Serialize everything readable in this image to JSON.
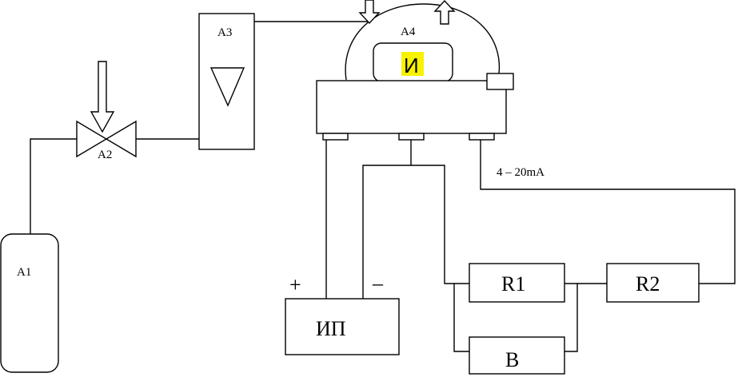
{
  "labels": {
    "a1": "A1",
    "a2": "A2",
    "a3": "A3",
    "a4": "A4",
    "indicator": "И",
    "power_supply": "ИП",
    "r1": "R1",
    "r2": "R2",
    "b": "B",
    "current_range": "4 – 20mA",
    "plus": "+",
    "minus": "–"
  },
  "colors": {
    "line": "#000000",
    "indicator_highlight": "#f7f200"
  }
}
